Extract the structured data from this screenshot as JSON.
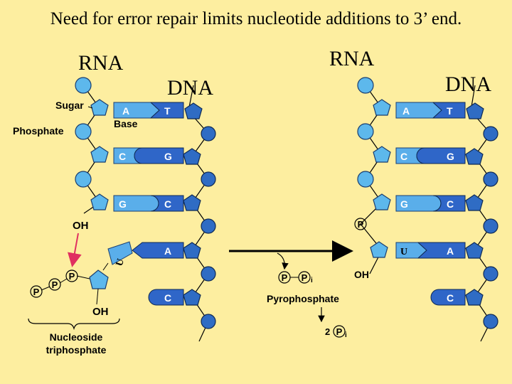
{
  "title": "Need for error repair limits nucleotide additions to 3’ end.",
  "left_panel": {
    "rna_label": "RNA",
    "dna_label": "DNA",
    "sugar_label": "Sugar",
    "phosphate_label": "Phosphate",
    "base_label": "Base",
    "oh_label": "OH",
    "oh2_label": "OH",
    "incoming_base": "U",
    "phosphate_symbol": "P",
    "pairs": [
      {
        "rna": "A",
        "dna": "T"
      },
      {
        "rna": "C",
        "dna": "G"
      },
      {
        "rna": "G",
        "dna": "C"
      },
      {
        "rna": "",
        "dna": "A"
      },
      {
        "rna": "",
        "dna": "C"
      }
    ],
    "bracket_label_line1": "Nucleoside",
    "bracket_label_line2": "triphosphate"
  },
  "right_panel": {
    "rna_label": "RNA",
    "dna_label": "DNA",
    "pairs": [
      {
        "rna": "A",
        "dna": "T"
      },
      {
        "rna": "C",
        "dna": "G"
      },
      {
        "rna": "G",
        "dna": "C"
      },
      {
        "rna": "U",
        "dna": "A"
      },
      {
        "rna": "",
        "dna": "C"
      }
    ],
    "phosphate_symbol": "P",
    "oh_label": "OH",
    "pyro_label": "Pyrophosphate",
    "pi_sub": "i",
    "two_label": "2"
  },
  "colors": {
    "background": "#fdeea0",
    "dark_blue": "#2f66c8",
    "light_blue": "#5aaeea",
    "dna_node": "#2f6cc4",
    "rna_node": "#5db8ec",
    "arrow_red": "#e03060"
  }
}
